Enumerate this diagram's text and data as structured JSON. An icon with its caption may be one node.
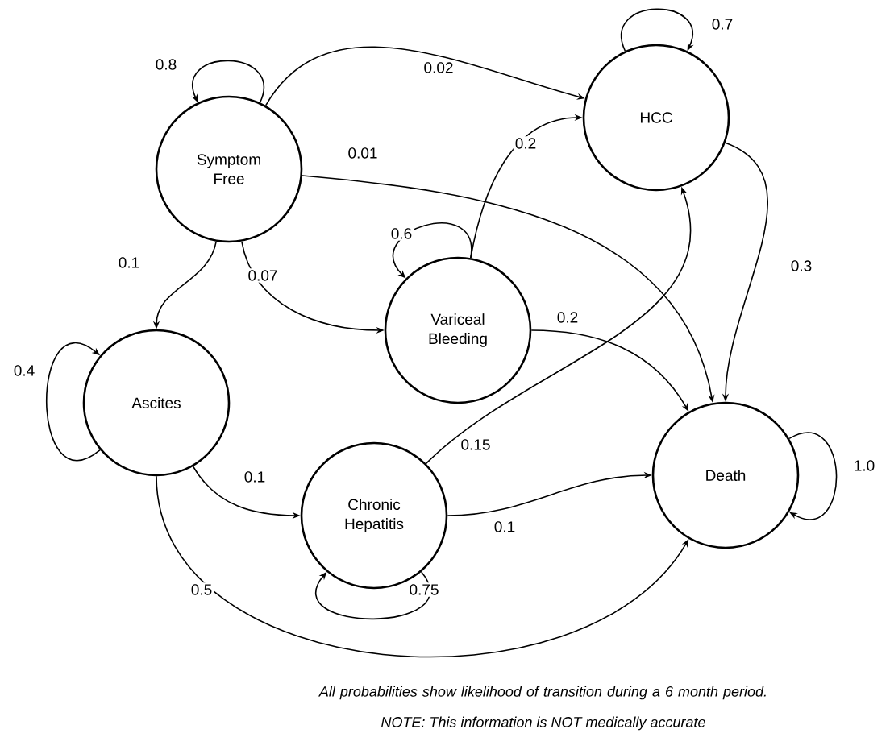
{
  "diagram": {
    "caption": "All probabilities show likelihood of transition during a 6 month period.",
    "nodes": [
      {
        "text": [
          "Symptom Free"
        ]
      },
      {
        "text": [
          "HCC"
        ]
      },
      {
        "text": [
          "Variceal Bleeding"
        ]
      },
      {
        "text": [
          "Ascites"
        ]
      },
      {
        "text": [
          "Chronic Hepatitis"
        ]
      },
      {
        "text": [
          "Death"
        ]
      }
    ],
    "edges": [
      {
        "from": 0,
        "to": 0,
        "arrow": "to",
        "label": "0.8"
      },
      {
        "from": 0,
        "to": 1,
        "arrow": "to",
        "label": "0.02"
      },
      {
        "from": 0,
        "to": 5,
        "arrow": "to",
        "label": "0.01"
      },
      {
        "from": 0,
        "to": 3,
        "arrow": "to",
        "label": "0.1"
      },
      {
        "from": 0,
        "to": 2,
        "arrow": "to",
        "label": "0.07"
      },
      {
        "from": 2,
        "to": 2,
        "arrow": "to",
        "label": "0.6"
      },
      {
        "from": 2,
        "to": 1,
        "arrow": "to",
        "label": "0.2"
      },
      {
        "from": 2,
        "to": 5,
        "arrow": "to",
        "label": "0.2"
      },
      {
        "from": 1,
        "to": 1,
        "arrow": "to",
        "label": "0.7"
      },
      {
        "from": 1,
        "to": 5,
        "arrow": "to",
        "label": "0.3"
      },
      {
        "from": 3,
        "to": 3,
        "arrow": "to",
        "label": "0.4"
      },
      {
        "from": 3,
        "to": 4,
        "arrow": "to",
        "label": "0.1"
      },
      {
        "from": 3,
        "to": 5,
        "arrow": "to",
        "label": "0.5"
      },
      {
        "from": 4,
        "to": 4,
        "arrow": "to",
        "label": "0.75"
      },
      {
        "from": 4,
        "to": 1,
        "arrow": "to",
        "label": "0.15"
      },
      {
        "from": 4,
        "to": 5,
        "arrow": "to",
        "label": "0.1"
      },
      {
        "from": 5,
        "to": 5,
        "arrow": "to",
        "label": "1.0"
      }
    ],
    "labels": [
      "NOTE: This information is NOT medically accurate"
    ]
  }
}
